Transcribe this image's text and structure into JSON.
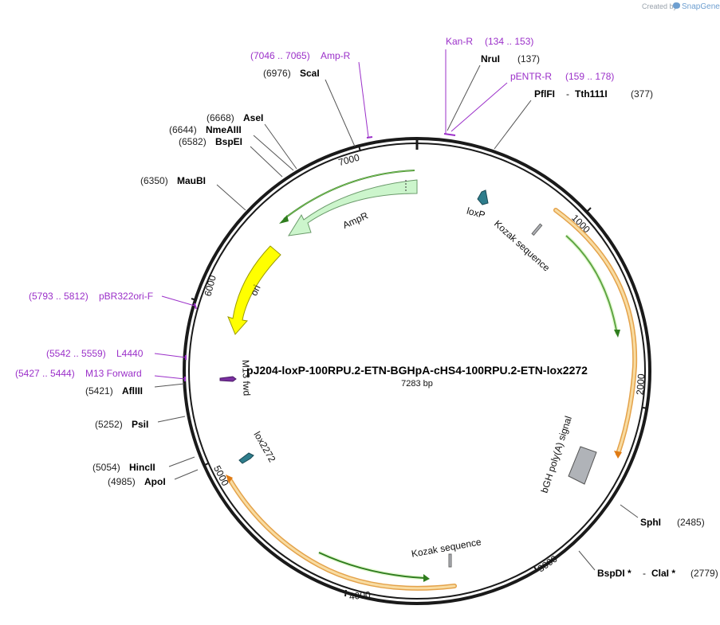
{
  "branding": {
    "created_by": "Created by",
    "app": "SnapGene"
  },
  "plasmid": {
    "name": "pJ204-loxP-100RPU.2-ETN-BGHpA-cHS4-100RPU.2-ETN-lox2272",
    "length": "7283 bp"
  },
  "ticks": [
    "1000",
    "2000",
    "3000",
    "4000",
    "5000",
    "6000",
    "7000"
  ],
  "features": {
    "ampr": "AmpR",
    "ori": "ori",
    "loxp": "loxP",
    "kozak1": "Kozak sequence",
    "bgh": "bGH poly(A) signal",
    "kozak2": "Kozak sequence",
    "lox2272": "lox2272",
    "m13fwd": "M13 fwd"
  },
  "sites": {
    "nrui": {
      "name": "NruI",
      "pos": "(137)"
    },
    "pfifi": {
      "name": "PflFI",
      "sep": "-",
      "name2": "Tth111I",
      "pos": "(377)"
    },
    "sphi": {
      "name": "SphI",
      "pos": "(2485)"
    },
    "bspdi": {
      "name": "BspDI *",
      "sep": "-",
      "name2": "ClaI *",
      "pos": "(2779)"
    },
    "apoi": {
      "name": "ApoI",
      "pos": "(4985)"
    },
    "hincii": {
      "name": "HincII",
      "pos": "(5054)"
    },
    "psii": {
      "name": "PsiI",
      "pos": "(5252)"
    },
    "aflii": {
      "name": "AflIII",
      "pos": "(5421)"
    },
    "maubi": {
      "name": "MauBI",
      "pos": "(6350)"
    },
    "bspei": {
      "name": "BspEI",
      "pos": "(6582)"
    },
    "nmeaiii": {
      "name": "NmeAIII",
      "pos": "(6644)"
    },
    "asei": {
      "name": "AseI",
      "pos": "(6668)"
    },
    "scai": {
      "name": "ScaI",
      "pos": "(6976)"
    }
  },
  "primers": {
    "kanr": {
      "name": "Kan-R",
      "range": "(134 .. 153)"
    },
    "pentrr": {
      "name": "pENTR-R",
      "range": "(159 .. 178)"
    },
    "ampr": {
      "range": "(7046 .. 7065)",
      "name": "Amp-R"
    },
    "pbr322": {
      "range": "(5793 .. 5812)",
      "name": "pBR322ori-F"
    },
    "l4440": {
      "range": "(5542 .. 5559)",
      "name": "L4440"
    },
    "m13": {
      "range": "(5427 .. 5444)",
      "name": "M13 Forward"
    }
  },
  "colors": {
    "backbone": "#1a1a1a",
    "ampr_fill": "#ccf5cc",
    "ori_fill": "#ffff00",
    "orf_orange": "#f2c27a",
    "orf_green": "#2f7d1e",
    "lox": "#2e7d8c",
    "terminator": "#b0b3b8",
    "primer": "#9b30c9"
  }
}
